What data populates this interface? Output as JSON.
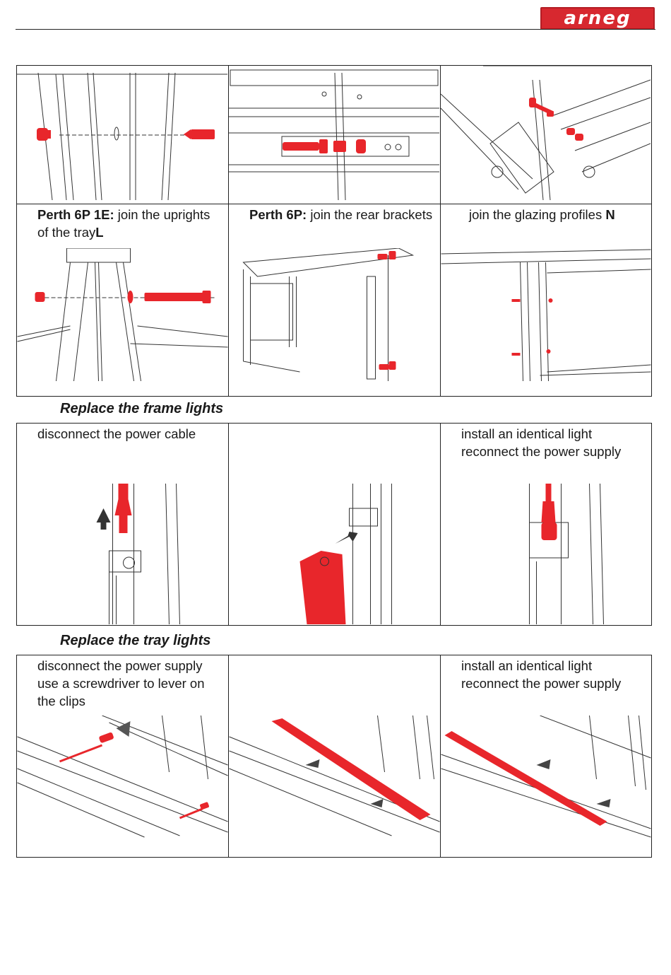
{
  "header": {
    "brand": "arneg"
  },
  "assembly": {
    "cells": [
      {
        "bold": "Perth 6P 1E:",
        "text": " join the uprights of the tray",
        "suffix": "L"
      },
      {
        "bold": "Perth 6P:",
        "text": " join the rear brackets",
        "suffix": ""
      },
      {
        "bold": "",
        "text": "join the glazing profiles ",
        "suffix": "N"
      }
    ]
  },
  "frame_lights": {
    "title": "Replace the frame lights",
    "steps": [
      {
        "lines": [
          "disconnect the power cable"
        ]
      },
      {
        "lines": []
      },
      {
        "lines": [
          "install an identical light",
          "reconnect the power supply"
        ]
      }
    ]
  },
  "tray_lights": {
    "title": "Replace the tray lights",
    "steps": [
      {
        "lines": [
          "disconnect the power supply",
          "use a screwdriver to lever on",
          "the clips"
        ]
      },
      {
        "lines": []
      },
      {
        "lines": [
          "install an identical light",
          "reconnect the power supply"
        ]
      }
    ]
  },
  "colors": {
    "accent": "#e8262b",
    "line": "#222222",
    "brand_bg": "#d7282f"
  }
}
